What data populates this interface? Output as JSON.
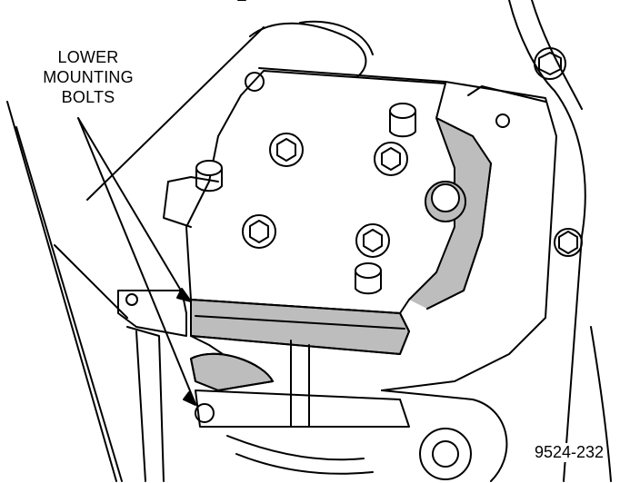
{
  "callout": {
    "line1": "LOWER",
    "line2": "MOUNTING",
    "line3": "BOLTS"
  },
  "figure_id": "9524-232",
  "colors": {
    "ink": "#000000",
    "paper": "#ffffff",
    "shade": "#bdbdbd"
  }
}
